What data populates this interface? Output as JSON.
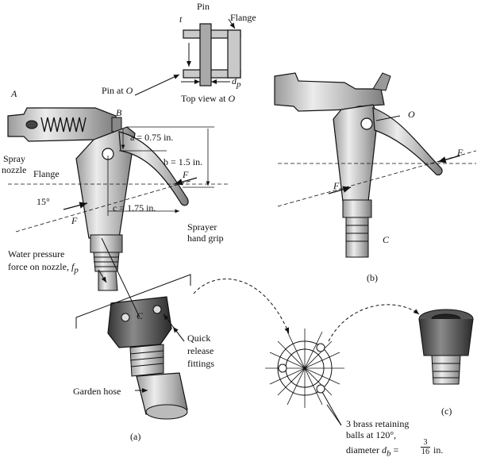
{
  "labels": {
    "pin": "Pin",
    "flange_inset": "Flange",
    "t": "t",
    "dp_main": "d",
    "dp_sub": "p",
    "top_view": "Top view at",
    "top_view_point": "O",
    "pin_at": "Pin at",
    "pin_at_point": "O",
    "point_a": "A",
    "point_b": "B",
    "point_c": "C",
    "point_o": "O",
    "spray": "Spray",
    "nozzle": "nozzle",
    "flange": "Flange",
    "a_dim": "a = 0.75 in.",
    "b_dim": "b = 1.5 in.",
    "c_dim": "c = 1.75 in.",
    "force": "F",
    "angle": "15°",
    "sprayer": "Sprayer",
    "hand_grip": "hand grip",
    "water_pressure": "Water pressure",
    "force_on_nozzle": "force on nozzle,",
    "fp_main": "f",
    "fp_sub": "p",
    "quick": "Quick",
    "release": "release",
    "fittings": "fittings",
    "garden_hose": "Garden hose",
    "caption_a": "(a)",
    "caption_b": "(b)",
    "caption_c": "(c)",
    "brass_balls": "3 brass retaining",
    "balls_at": "balls at 120°,",
    "diameter": "diameter",
    "db_main": "d",
    "db_sub": "b",
    "db_numerator": "3",
    "db_denominator": "16",
    "db_unit": "in."
  }
}
